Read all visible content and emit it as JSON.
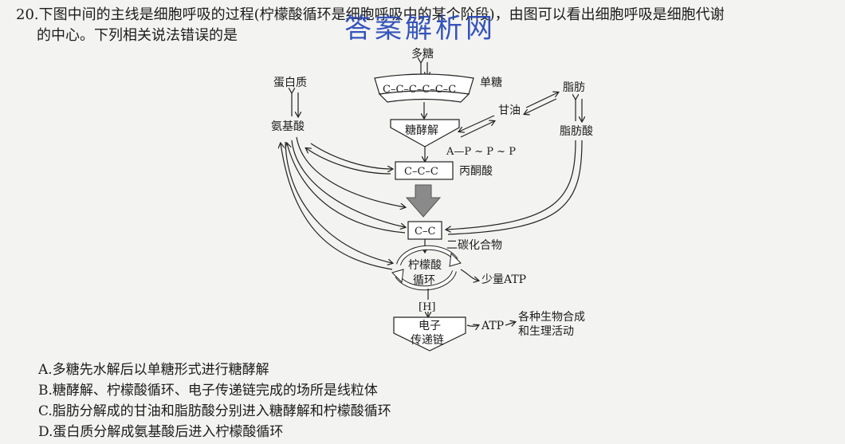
{
  "question": {
    "number": "20.",
    "stem_line1": "下图中间的主线是细胞呼吸的过程(柠檬酸循环是细胞呼吸中的某个阶段)，由图可以看出细胞呼吸是细胞代谢",
    "stem_line2": "的中心。下列相关说法错误的是"
  },
  "watermark": "答案解析网",
  "diagram": {
    "polysaccharide": "多糖",
    "monosaccharide_chain": "C–C–C–C–C–C",
    "monosaccharide": "单糖",
    "protein": "蛋白质",
    "fat": "脂肪",
    "glycerol": "甘油",
    "amino_acid": "氨基酸",
    "glycolysis": "糖酵解",
    "fatty_acid": "脂肪酸",
    "atp_formula": "A—P ~ P ~ P",
    "pyruvate_chain": "C–C–C",
    "pyruvate": "丙酮酸",
    "two_carbon_chain": "C–C",
    "two_carbon_compound": "二碳化合物",
    "citric_cycle_l1": "柠檬酸",
    "citric_cycle_l2": "循环",
    "little_atp": "少量ATP",
    "h_label": "[H]",
    "etc_l1": "电子",
    "etc_l2": "传递链",
    "atp": "ATP",
    "usage_l1": "各种生物合成",
    "usage_l2": "和生理活动"
  },
  "options": [
    {
      "text": "A.多糖先水解后以单糖形式进行糖酵解"
    },
    {
      "text": "B.糖酵解、柠檬酸循环、电子传递链完成的场所是线粒体"
    },
    {
      "text": "C.脂肪分解成的甘油和脂肪酸分别进入糖酵解和柠檬酸循环"
    },
    {
      "text": "D.蛋白质分解成氨基酸后进入柠檬酸循环"
    }
  ]
}
